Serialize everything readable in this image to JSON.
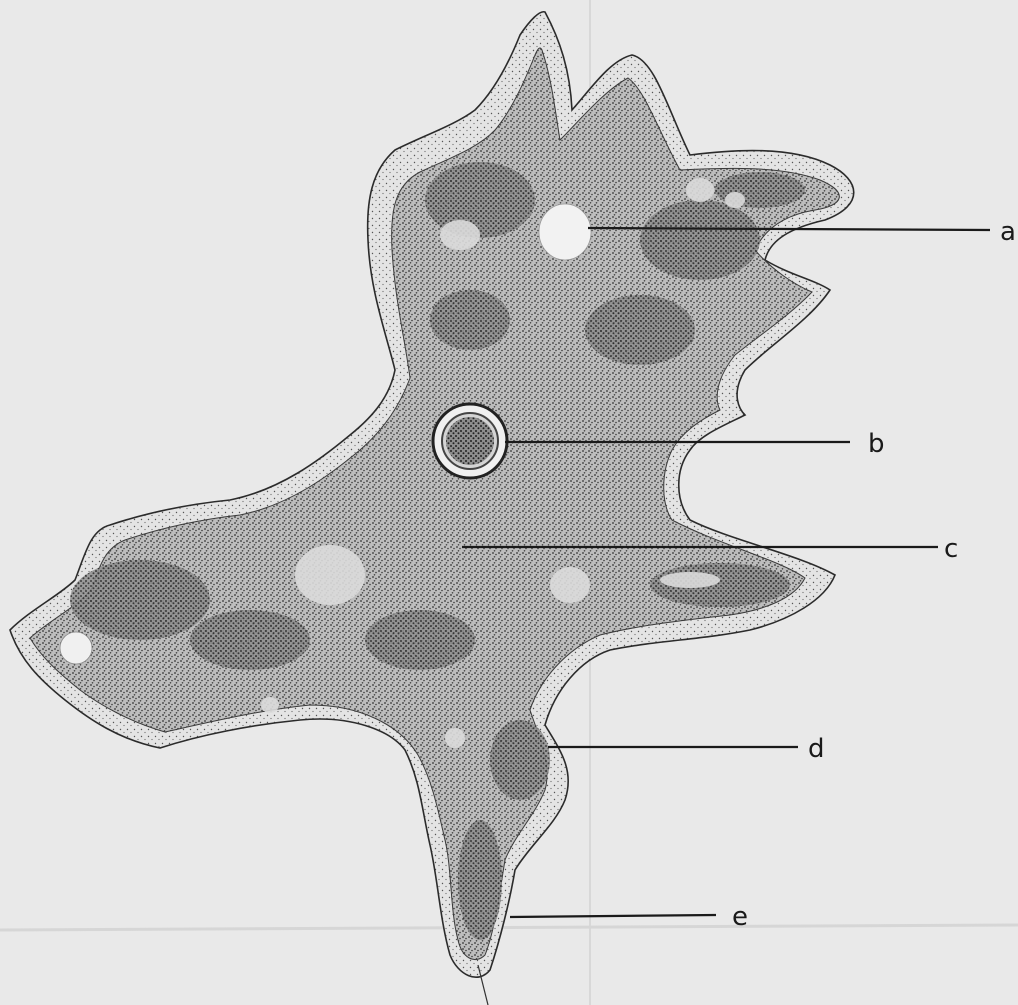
{
  "diagram": {
    "labels": [
      {
        "id": "a",
        "text": "a"
      },
      {
        "id": "b",
        "text": "b"
      },
      {
        "id": "c",
        "text": "c"
      },
      {
        "id": "d",
        "text": "d"
      },
      {
        "id": "e",
        "text": "e"
      }
    ]
  },
  "colors": {
    "background": "#e9e9e9",
    "ink": "#1a1a1a",
    "ectoplasm": "#e2e2e2",
    "endoplasm": "#a7a7a7"
  }
}
